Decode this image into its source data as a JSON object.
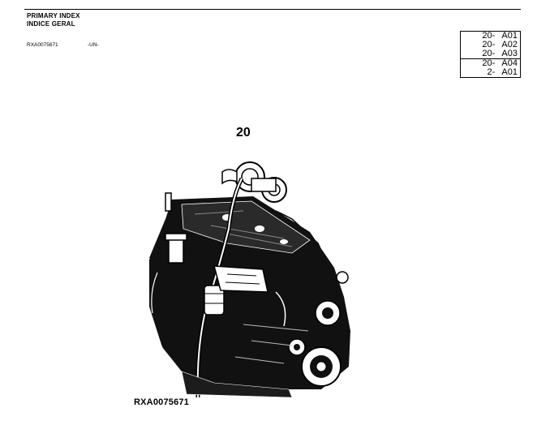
{
  "header": {
    "title_en": "PRIMARY INDEX",
    "title_pt": "INDICE GERAL",
    "doc_id": "RXA0075671",
    "code": "-UN-"
  },
  "index": [
    {
      "num": "20-",
      "sec": "A01"
    },
    {
      "num": "20-",
      "sec": "A02"
    },
    {
      "num": "20-",
      "sec": "A03"
    },
    {
      "num": "20-",
      "sec": "A04"
    },
    {
      "num": "2-",
      "sec": "A01"
    }
  ],
  "group": {
    "number": "20"
  },
  "figure": {
    "caption": "RXA0075671",
    "illustration_icon": "engine-illustration-icon"
  }
}
